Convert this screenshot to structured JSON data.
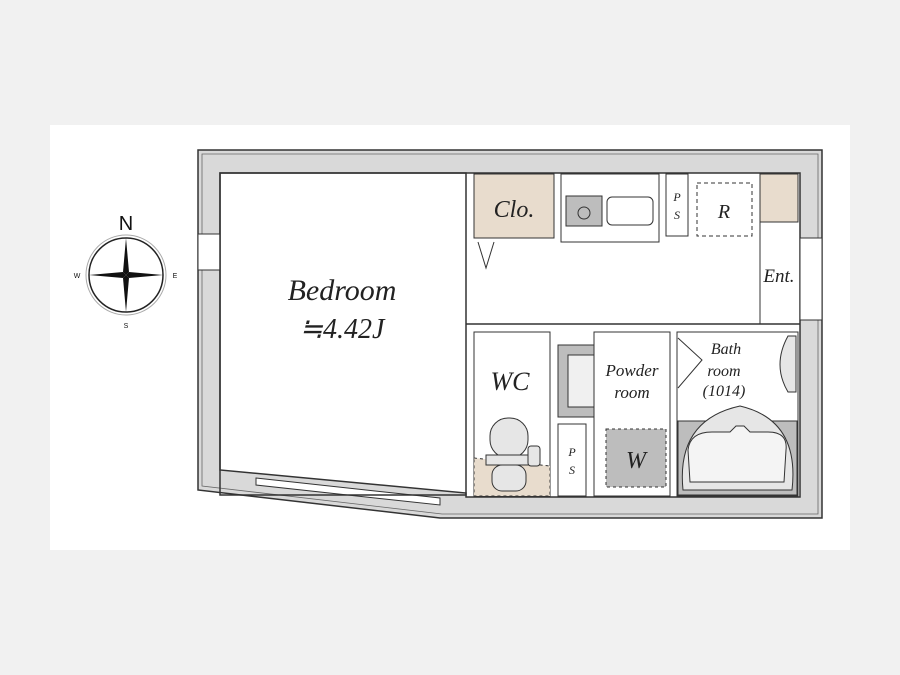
{
  "compass": {
    "north": "N",
    "south": "S",
    "east": "E",
    "west": "W"
  },
  "rooms": {
    "bedroom": {
      "label": "Bedroom",
      "area": "≒4.42J"
    },
    "closet": "Clo.",
    "ps_top": [
      "P",
      "S"
    ],
    "refrigerator": "R",
    "entrance": "Ent.",
    "wc": "WC",
    "ps_bottom": [
      "P",
      "S"
    ],
    "powder_room": [
      "Powder",
      "room"
    ],
    "washer": "W",
    "bathroom": [
      "Bath",
      "room",
      "(1014)"
    ]
  },
  "colors": {
    "wall": "#d9d9d9",
    "closet": "#e8dccd",
    "fixture": "#bdbdbd",
    "line": "#333333"
  }
}
